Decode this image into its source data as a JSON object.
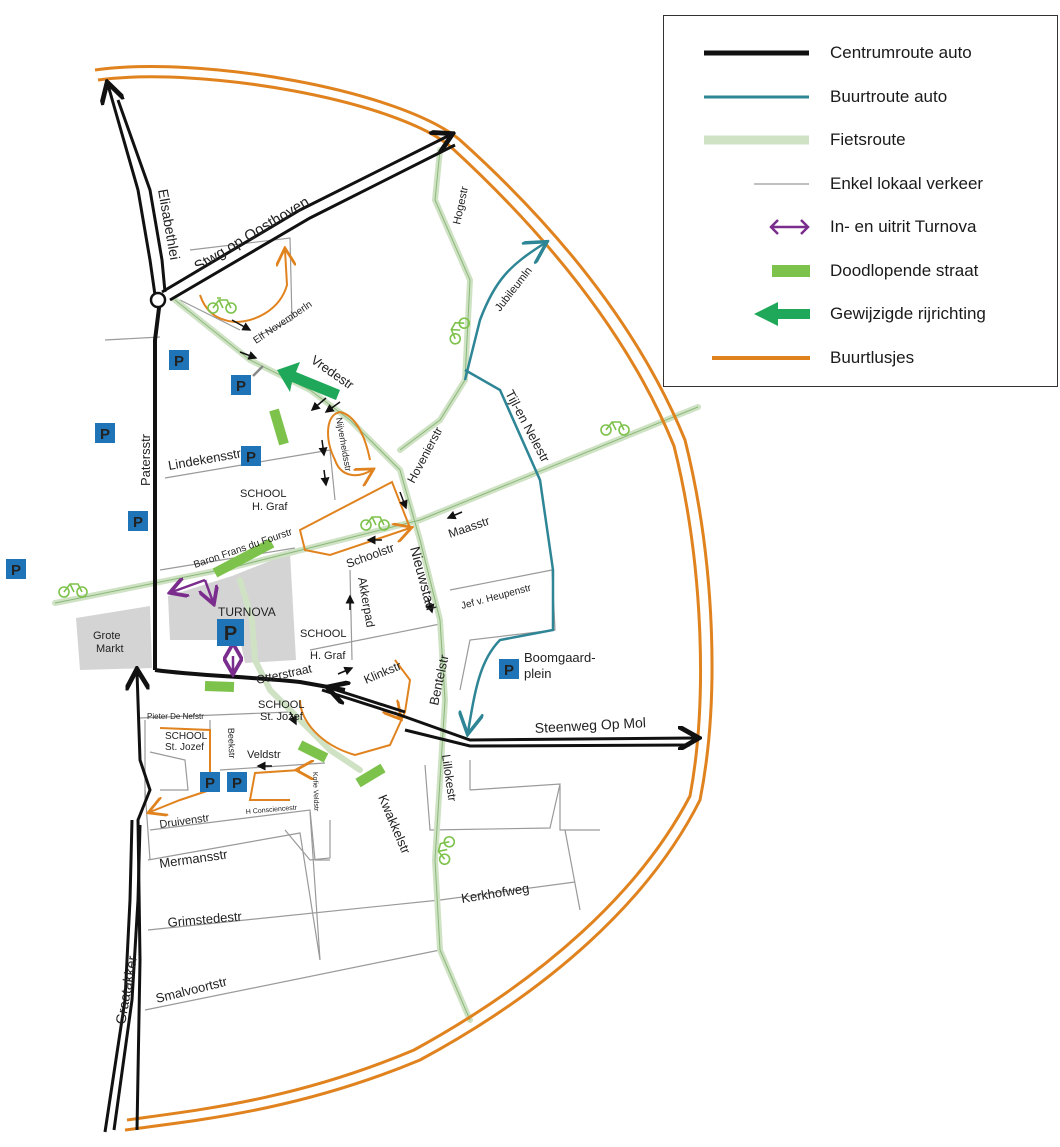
{
  "legend": {
    "items": [
      {
        "label": "Centrumroute auto",
        "color": "#111111",
        "symbol": "thick-line"
      },
      {
        "label": "Buurtroute auto",
        "color": "#2e8595",
        "symbol": "line"
      },
      {
        "label": "Fietsroute",
        "color": "#cfe2c4",
        "symbol": "wide-line"
      },
      {
        "label": "Enkel lokaal verkeer",
        "color": "#9a9a9a",
        "symbol": "thin-line"
      },
      {
        "label": "In- en uitrit Turnova",
        "color": "#7a2d8c",
        "symbol": "double-arrow-icon"
      },
      {
        "label": "Doodlopende straat",
        "color": "#7dc24b",
        "symbol": "bar"
      },
      {
        "label": "Gewijzigde rijrichting",
        "color": "#1fa85a",
        "symbol": "arrow-icon"
      },
      {
        "label": "Buurtlusjes",
        "color": "#e0831f",
        "symbol": "loop-line"
      }
    ]
  },
  "colors": {
    "ring": "#e0831f",
    "centrum": "#111111",
    "buurt": "#2e8595",
    "fiets": "#cfe2c4",
    "fiets_icon": "#7dc24b",
    "lokaal": "#9a9a9a",
    "turnova": "#7a2d8c",
    "dead_end": "#7dc24b",
    "changed": "#1fa85a",
    "parking": "#1f74b8",
    "building": "#d4d4d4"
  },
  "map": {
    "streets": {
      "elisabethlei": "Elisabethlei",
      "stwg_oosthoven": "Stwg op Oosthoven",
      "elf_november": "Elf Novemberln",
      "hogestr": "Hogestr",
      "jubileumln": "Jubileumln",
      "vredestr": "Vredestr",
      "tijl_nele": "Tijl-en Nelestr",
      "paterstr": "Patersstr",
      "lindekensstr": "Lindekensstr",
      "nijverheidsstr": "Nijverheidsstr",
      "hovenierstr": "Hovenierstr",
      "baron": "Baron Frans du Fourstr",
      "schoolstr": "Schoolstr",
      "maasstr": "Maasstr",
      "nieuwstad": "Nieuwstad",
      "akkerpad": "Akkerpad",
      "jef": "Jef v. Heupenstr",
      "otterstraat": "Otterstraat",
      "klinkstr": "Klinkstr",
      "bentelstr": "Bentelstr",
      "steenweg_mol": "Steenweg Op Mol",
      "pieter": "Pieter De Nefstr",
      "beekstr": "Beekstr",
      "veldstr": "Veldstr",
      "kofie": "Kofie Veldstr",
      "druivenstr": "Druivenstr",
      "conscience": "H Consciencestr",
      "lillokestr": "Lillokestr",
      "kwakkelstr": "Kwakkelstr",
      "mermansstr": "Mermansstr",
      "kerkhofweg": "Kerkhofweg",
      "grimstedestr": "Grimstedestr",
      "smalvoortstr": "Smalvoortstr",
      "graatakker": "Graatakker"
    },
    "places": {
      "grote_markt_1": "Grote",
      "grote_markt_2": "Markt",
      "turnova": "TURNOVA",
      "school": "SCHOOL",
      "h_graf": "H. Graf",
      "st_jozef": "St. Jozef",
      "boomgaard_1": "Boomgaard-",
      "boomgaard_2": "plein"
    },
    "parking_letter": "P"
  }
}
